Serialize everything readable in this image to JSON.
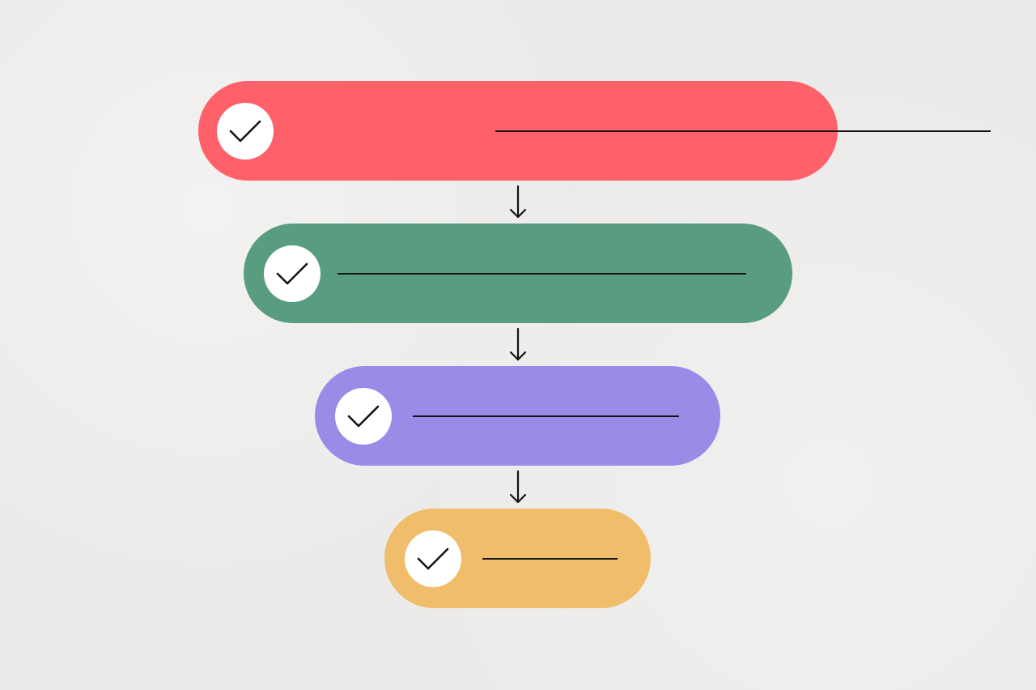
{
  "diagram": {
    "type": "funnel-checklist",
    "steps": [
      {
        "id": "step-1",
        "color": "#fe6169",
        "checked": true
      },
      {
        "id": "step-2",
        "color": "#589d7f",
        "checked": true
      },
      {
        "id": "step-3",
        "color": "#988ce6",
        "checked": true
      },
      {
        "id": "step-4",
        "color": "#f0bd6b",
        "checked": true
      }
    ],
    "icons": {
      "check": "check-icon",
      "arrow": "arrow-down-icon"
    },
    "line_color": "#141414",
    "background": "#ecebea"
  }
}
